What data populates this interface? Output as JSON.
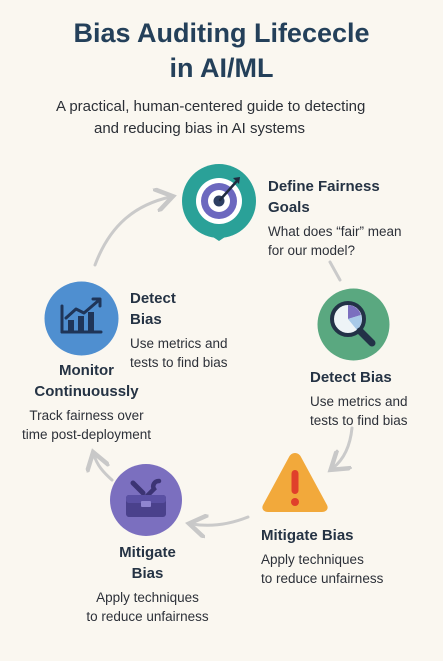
{
  "title": {
    "line1": "Bias Auditing Lifececle",
    "line2": "in AI/ML"
  },
  "subtitle": {
    "line1": "A practical, human-centered guide to detecting",
    "line2": "and reducing bias in AI systems"
  },
  "stages": {
    "define": {
      "title1": "Define Fairness",
      "title2": "Goals",
      "desc1": "What does “fair” mean",
      "desc2": "for our model?"
    },
    "detect_right": {
      "title1": "Detect Bias",
      "desc1": "Use metrics and",
      "desc2": "tests to find bias"
    },
    "mitigate_right": {
      "title1": "Mitigate Bias",
      "desc1": "Apply techniques",
      "desc2": "to reduce unfairness"
    },
    "mitigate_left": {
      "title1": "Mitigate",
      "title2": "Bias",
      "desc1": "Apply techniques",
      "desc2": "to reduce unfairness"
    },
    "monitor": {
      "title1": "Monitor",
      "title2": "Continuoussly",
      "desc1": "Track fairness over",
      "desc2": "time post-deployment"
    },
    "detect_left": {
      "title1": "Detect",
      "title2": "Bias",
      "desc1": "Use metrics and",
      "desc2": "tests to find bias"
    }
  },
  "icons": {
    "define": "target-icon",
    "detect": "magnifier-icon",
    "mitigate": "warning-icon",
    "toolbox": "toolbox-icon",
    "monitor": "chart-icon"
  },
  "colors": {
    "title": "#24405a",
    "teal": "#2aa198",
    "green": "#5aa880",
    "orange": "#f2a93b",
    "purple": "#7b6fbf",
    "blue": "#4f8fd0",
    "arrow": "#c9c9c9"
  }
}
